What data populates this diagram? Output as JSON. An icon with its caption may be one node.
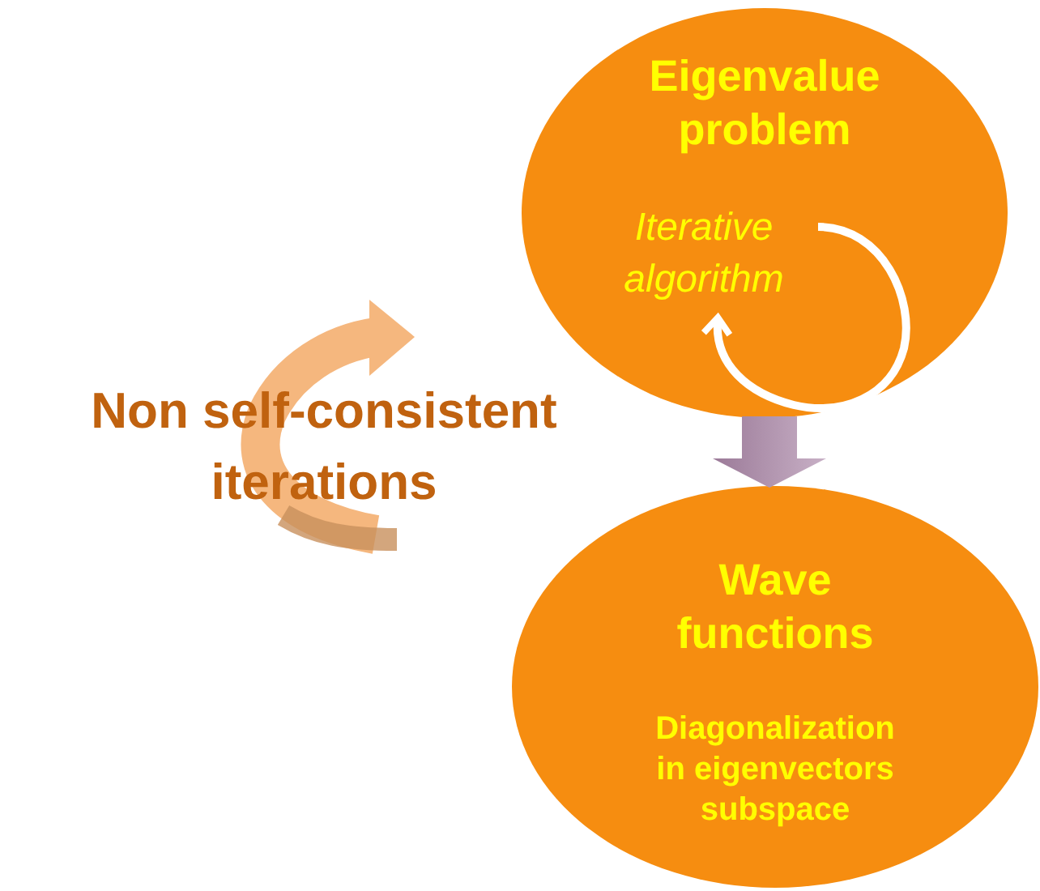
{
  "diagram": {
    "nodes": [
      {
        "text": [
          "Eigenvalue problem",
          "Iterative algorithm"
        ]
      },
      {
        "text": [
          "Wave functions",
          "Diagonalization in eigenvectors subspace"
        ]
      }
    ],
    "edges": [
      {
        "from": 0,
        "to": 1,
        "arrow": "to",
        "style": "thick"
      }
    ],
    "labels": [
      "Non self-consistent iterations"
    ]
  }
}
